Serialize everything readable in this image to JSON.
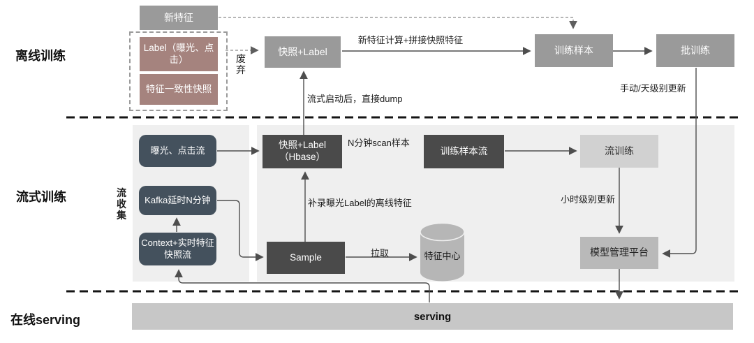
{
  "sections": {
    "offline_label": "离线训练",
    "streaming_label": "流式训练",
    "online_label": "在线serving"
  },
  "offline": {
    "new_feature": "新特征",
    "label_box": "Label（曝光、点击）",
    "consistency_box": "特征一致性快照",
    "discard": "废弃",
    "snapshot_label": "快照+Label",
    "training_sample": "训练样本",
    "batch_training": "批训练",
    "edge_new_feature_calc": "新特征计算+拼接快照特征",
    "edge_manual_update": "手动/天级别更新",
    "edge_stream_dump": "流式启动后，直接dump"
  },
  "streaming": {
    "collect_label": "流收集",
    "exposure_click_stream": "曝光、点击流",
    "kafka_delay": "Kafka延时N分钟",
    "context_snapshot_stream": "Context+实时特征快照流",
    "hbase_line1": "快照+Label",
    "hbase_line2": "（Hbase）",
    "training_sample_stream": "训练样本流",
    "stream_training": "流训练",
    "model_platform": "模型管理平台",
    "sample": "Sample",
    "feature_center": "特征中心",
    "edge_scan": "N分钟scan样本",
    "edge_backfill": "补录曝光Label的离线特征",
    "edge_pull": "拉取",
    "edge_hourly_update": "小时级别更新"
  },
  "online": {
    "serving_bar": "serving"
  },
  "colors": {
    "slate_box": "#44515d",
    "dark_box": "#4a4a4a",
    "gray_box": "#9a9a9a",
    "mauve_box": "#a5837e",
    "light_box": "#d1d1d1",
    "medium_box": "#b9b9b9",
    "panel": "#efefef",
    "serving_bar": "#c7c7c7",
    "connector": "#4e4e4e"
  }
}
